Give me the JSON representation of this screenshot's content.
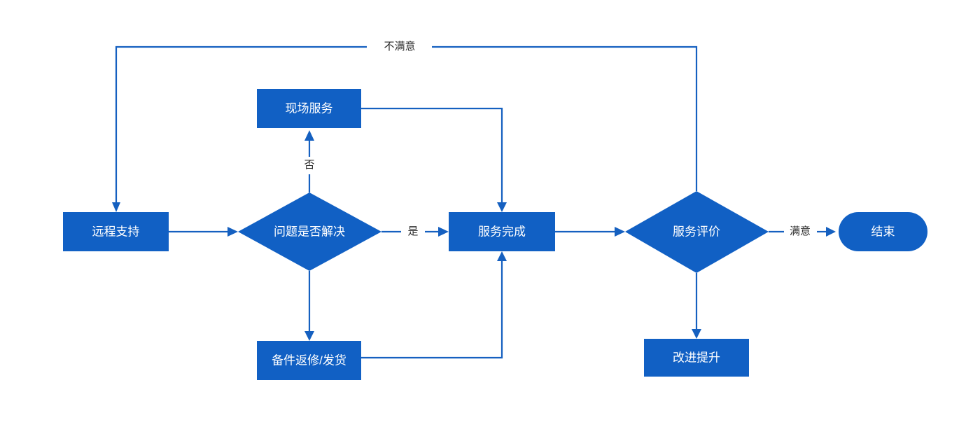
{
  "diagram": {
    "type": "flowchart",
    "title": "",
    "orientation": "left-to-right",
    "theme": {
      "node_fill": "#1160c4",
      "node_text": "#ffffff",
      "edge_stroke": "#1560c0",
      "edge_label_text": "#2b2b2b",
      "background": "#ffffff"
    },
    "nodes": [
      {
        "id": "remote_support",
        "label": "远程支持",
        "shape": "rectangle"
      },
      {
        "id": "problem_solved",
        "label": "问题是否解决",
        "shape": "diamond"
      },
      {
        "id": "onsite_service",
        "label": "现场服务",
        "shape": "rectangle"
      },
      {
        "id": "parts_repair",
        "label": "备件返修/发货",
        "shape": "rectangle"
      },
      {
        "id": "service_done",
        "label": "服务完成",
        "shape": "rectangle"
      },
      {
        "id": "service_review",
        "label": "服务评价",
        "shape": "diamond"
      },
      {
        "id": "improvement",
        "label": "改进提升",
        "shape": "rectangle"
      },
      {
        "id": "end",
        "label": "结束",
        "shape": "rounded-pill"
      }
    ],
    "edges": [
      {
        "id": "e-remote-to-decision",
        "from": "remote_support",
        "to": "problem_solved",
        "label": ""
      },
      {
        "id": "e-decision-yes-done",
        "from": "problem_solved",
        "to": "service_done",
        "label": "是"
      },
      {
        "id": "e-decision-no-onsite",
        "from": "problem_solved",
        "to": "onsite_service",
        "label": "否"
      },
      {
        "id": "e-decision-to-parts",
        "from": "problem_solved",
        "to": "parts_repair",
        "label": ""
      },
      {
        "id": "e-onsite-to-done",
        "from": "onsite_service",
        "to": "service_done",
        "label": ""
      },
      {
        "id": "e-parts-to-done",
        "from": "parts_repair",
        "to": "service_done",
        "label": ""
      },
      {
        "id": "e-done-to-review",
        "from": "service_done",
        "to": "service_review",
        "label": ""
      },
      {
        "id": "e-review-satisfied-end",
        "from": "service_review",
        "to": "end",
        "label": "满意"
      },
      {
        "id": "e-review-to-improve",
        "from": "service_review",
        "to": "improvement",
        "label": ""
      },
      {
        "id": "e-review-unsat-remote",
        "from": "service_review",
        "to": "remote_support",
        "label": "不满意"
      }
    ],
    "edge_labels": {
      "yes": "是",
      "no": "否",
      "satisfied": "满意",
      "unsatisfied": "不满意"
    }
  }
}
